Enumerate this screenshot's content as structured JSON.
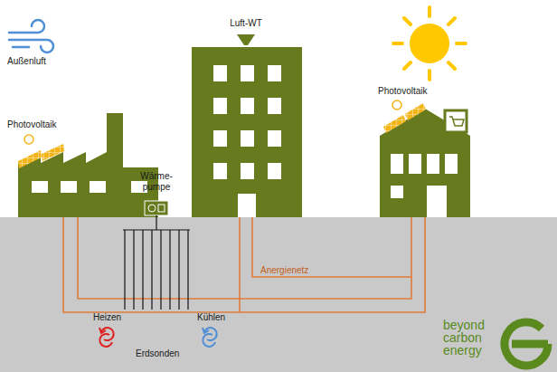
{
  "diagram": {
    "labels": [
      "Außenluft",
      "Photovoltaik",
      "Wärme- pumpe",
      "Luft-WT",
      "Photovoltaik",
      "Anergienetz",
      "Heizen",
      "Erdsonden",
      "Kühlen",
      "beyond carbon energy"
    ]
  }
}
